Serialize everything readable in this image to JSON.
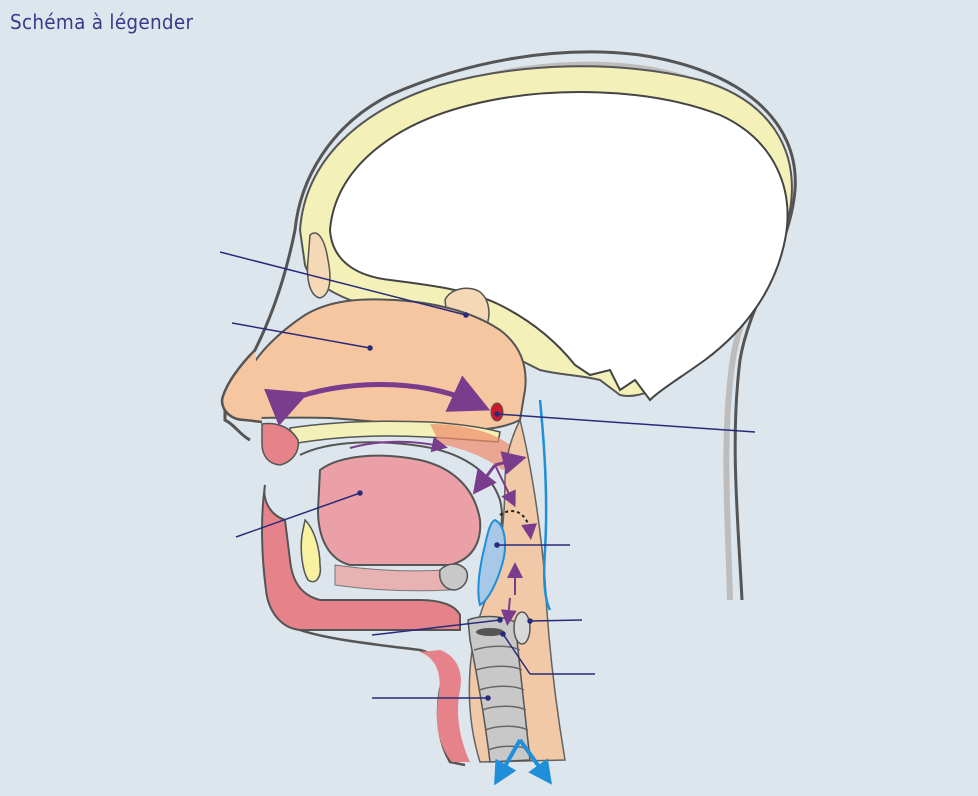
{
  "title": "Schéma à légender",
  "diagram": {
    "subject": "sagittal section of human head and neck",
    "label_lines": [
      {
        "id": "label-line-1",
        "side": "left"
      },
      {
        "id": "label-line-2",
        "side": "left"
      },
      {
        "id": "label-line-3",
        "side": "left"
      },
      {
        "id": "label-line-4",
        "side": "left"
      },
      {
        "id": "label-line-5",
        "side": "left"
      },
      {
        "id": "label-line-6",
        "side": "right"
      },
      {
        "id": "label-line-7",
        "side": "right"
      },
      {
        "id": "label-line-8",
        "side": "right"
      },
      {
        "id": "label-line-9",
        "side": "right"
      }
    ],
    "colors": {
      "background": "#dde6ec",
      "title": "#3a3a8c",
      "bone": "#f3f0b8",
      "brain": "#ffffff",
      "nasal_cavity": "#f5c6a0",
      "tongue": "#eba0a8",
      "lips": "#e6828a",
      "arrow_purple": "#7a3c8c",
      "arrow_blue": "#1e8fd8",
      "trachea": "#c8c8c8",
      "label_line": "#2a2a7a"
    }
  }
}
